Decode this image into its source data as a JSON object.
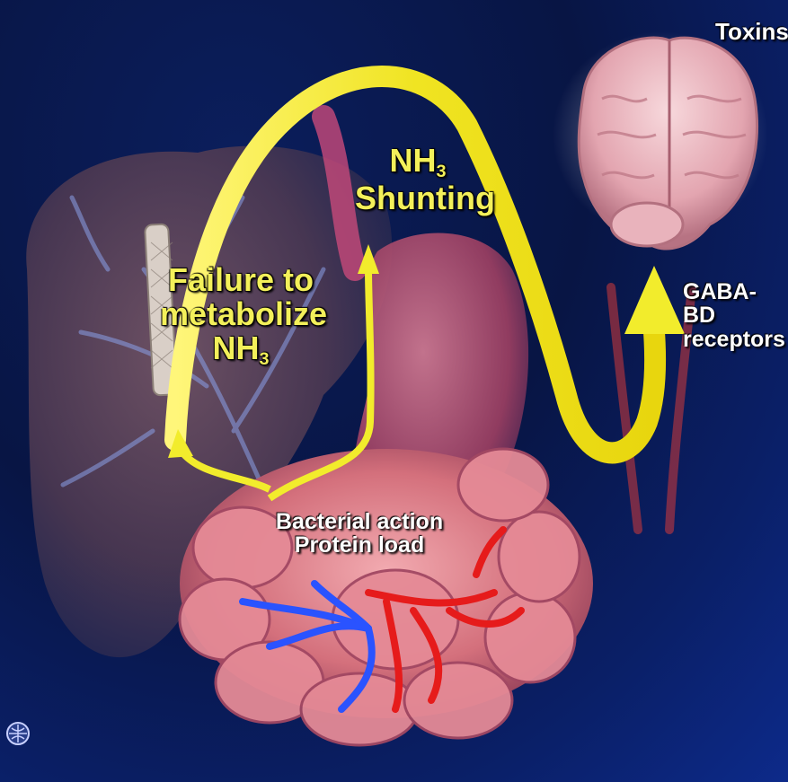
{
  "labels": {
    "toxins": "Toxins",
    "nh3_shunting": {
      "nh": "NH",
      "sub": "3",
      "word": "Shunting"
    },
    "failure": {
      "line1": "Failure to",
      "line2": "metabolize",
      "nh": "NH",
      "sub": "3"
    },
    "gaba_bd": {
      "line1": "GABA-BD",
      "line2": "receptors"
    },
    "gut": {
      "line1": "Bacterial action",
      "line2": "Protein load"
    }
  },
  "colors": {
    "background": "#0a1f66",
    "arrow": "#f2ec2c",
    "label_yellow": "#f3f05a",
    "label_white": "#ffffff",
    "liver": "#6a4a55",
    "brain": "#e8b7bf",
    "intestine": "#d26a78",
    "stomach": "#b84e6a",
    "vein": "#2b5cff",
    "artery": "#e01818"
  },
  "icons": {
    "corner_logo": "globe-logo-icon"
  }
}
